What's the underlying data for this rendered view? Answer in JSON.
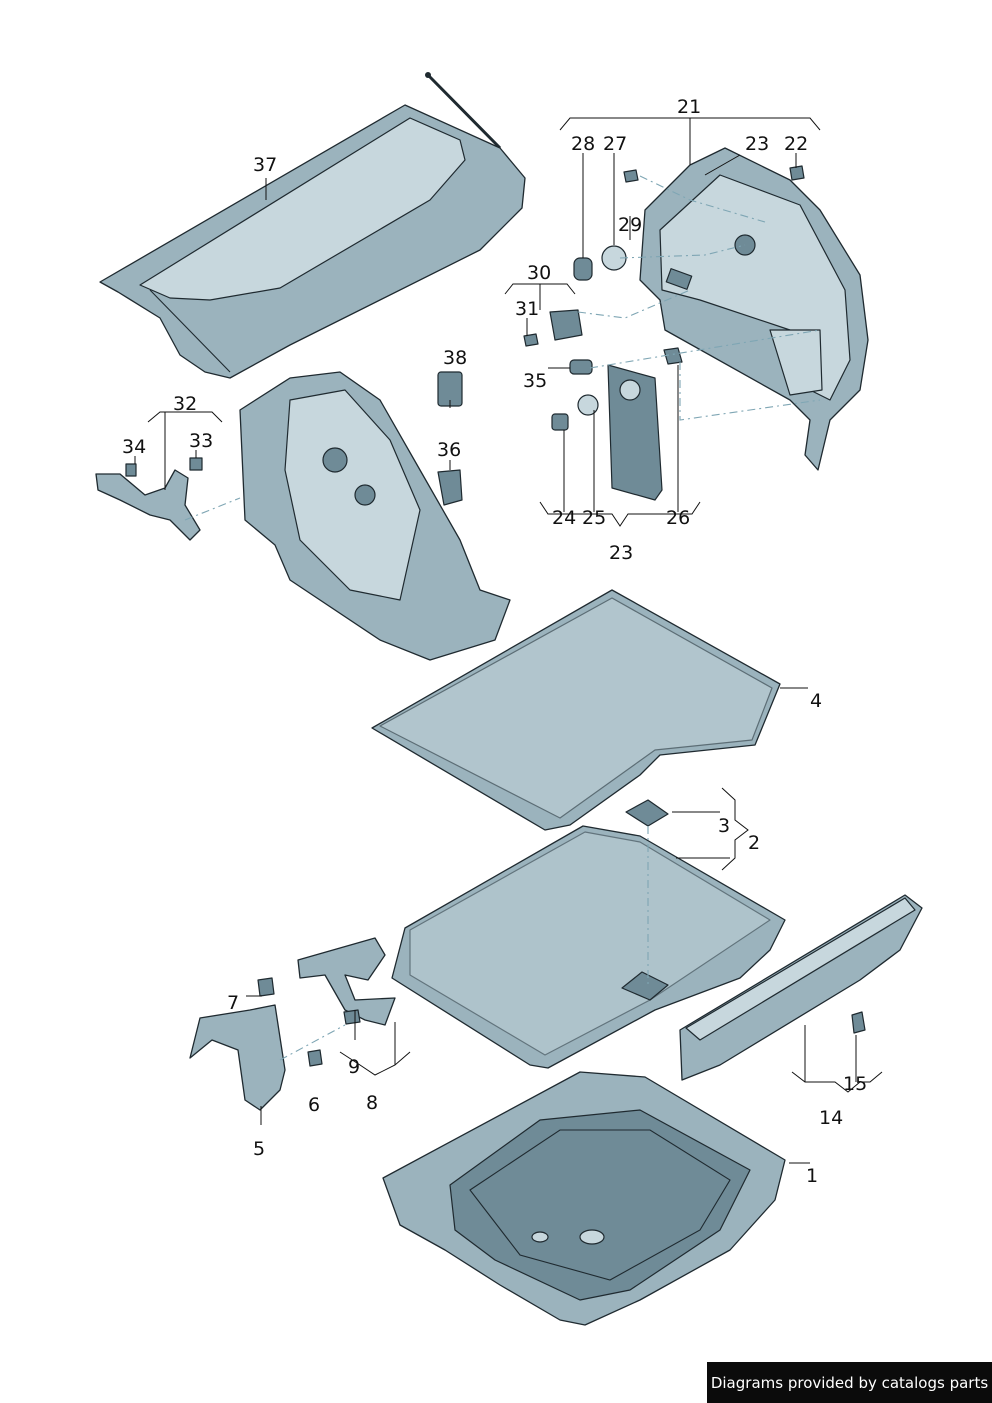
{
  "callouts": {
    "c1": "1",
    "c2": "2",
    "c3": "3",
    "c4": "4",
    "c5": "5",
    "c6": "6",
    "c7": "7",
    "c8": "8",
    "c9": "9",
    "c14": "14",
    "c15": "15",
    "c21": "21",
    "c22": "22",
    "c23a": "23",
    "c23b": "23",
    "c24": "24",
    "c25": "25",
    "c26": "26",
    "c27": "27",
    "c28": "28",
    "c29": "29",
    "c30": "30",
    "c31": "31",
    "c32": "32",
    "c33": "33",
    "c34": "34",
    "c35": "35",
    "c36": "36",
    "c37": "37",
    "c38": "38"
  },
  "footer": {
    "credit": "Diagrams provided by catalogs parts"
  },
  "colors": {
    "part": "#9bb3bd",
    "part_light": "#c7d7dd",
    "part_dark": "#6f8b97",
    "outline": "#1f2a30",
    "dash": "#7fa6b4"
  }
}
